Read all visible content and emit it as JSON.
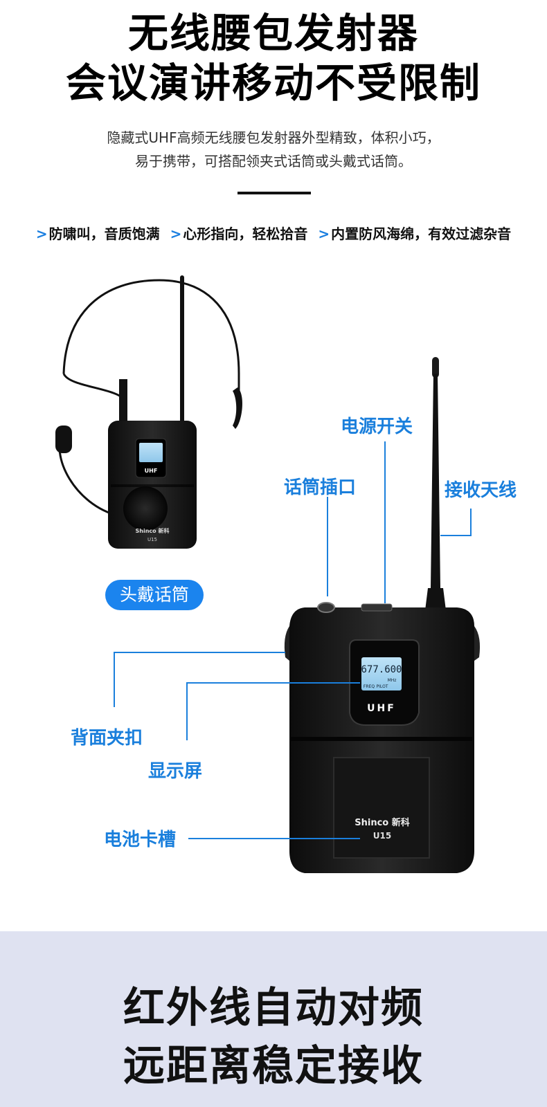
{
  "header": {
    "title_line1": "无线腰包发射器",
    "title_line2": "会议演讲移动不受限制",
    "desc_line1": "隐藏式UHF高频无线腰包发射器外型精致，体积小巧，",
    "desc_line2": "易于携带，可搭配领夹式话筒或头戴式话筒。"
  },
  "features": [
    {
      "arrow": ">",
      "text": "防啸叫，音质饱满"
    },
    {
      "arrow": ">",
      "text": "心形指向，轻松拾音"
    },
    {
      "arrow": ">",
      "text": "内置防风海绵，有效过滤杂音"
    }
  ],
  "product": {
    "headset_label": "头戴话筒",
    "screen_freq": "677.600",
    "screen_unit": "MHz",
    "screen_freq_tag": "FREQ",
    "screen_pilot": "PILOT",
    "uhf_label": "UHF",
    "brand": "Shinco 新科",
    "model": "U15"
  },
  "callouts": {
    "power_switch": "电源开关",
    "mic_jack": "话筒插口",
    "antenna": "接收天线",
    "back_clip": "背面夹扣",
    "display": "显示屏",
    "battery_slot": "电池卡槽"
  },
  "footer": {
    "title_line1": "红外线自动对频",
    "title_line2": "远距离稳定接收"
  },
  "colors": {
    "accent": "#1a7fdc",
    "pill": "#1b84ee",
    "bottom_bg": "#dfe2f1",
    "device": "#1a1a1a"
  }
}
